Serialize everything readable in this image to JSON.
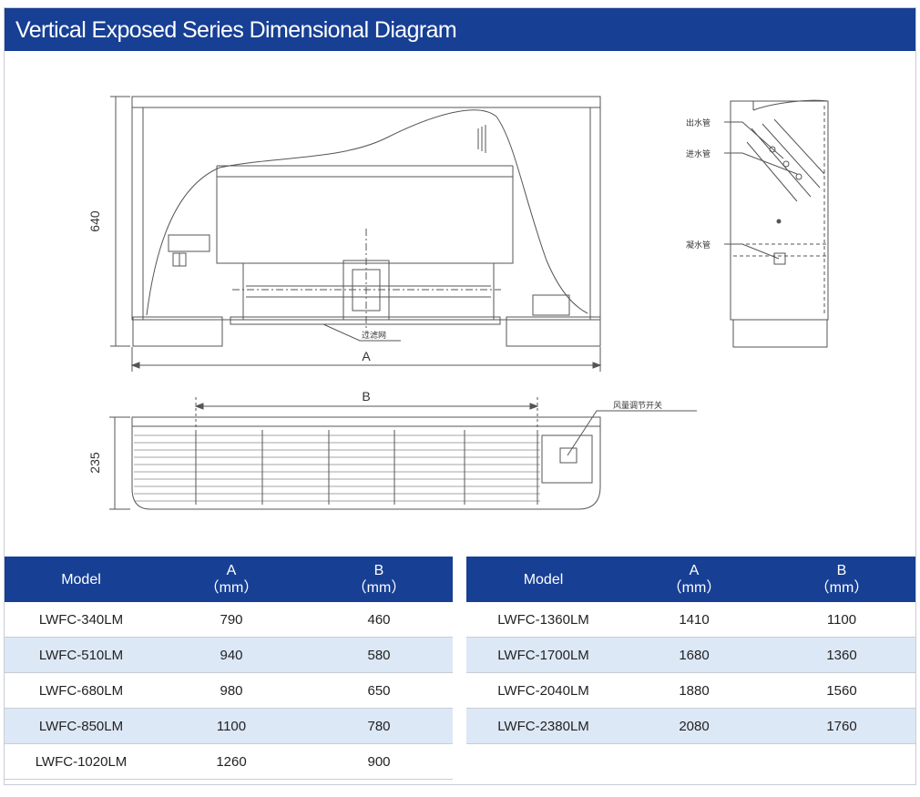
{
  "header": {
    "title": "Vertical Exposed Series Dimensional Diagram"
  },
  "drawing": {
    "dim_height": "640",
    "dim_A": "A",
    "dim_B": "B",
    "dim_depth": "235",
    "callout_filter": "过滤网",
    "callout_outlet": "出水管",
    "callout_inlet": "进水管",
    "callout_drain": "凝水管",
    "callout_switch": "风量调节开关"
  },
  "colors": {
    "header_bg": "#173f94",
    "row_alt": "#dde8f6",
    "line": "#555555"
  },
  "tables": [
    {
      "headers": {
        "model": "Model",
        "a": "A",
        "a_unit": "（mm）",
        "b": "B",
        "b_unit": "（mm）"
      },
      "rows": [
        {
          "model": "LWFC-340LM",
          "a": "790",
          "b": "460"
        },
        {
          "model": "LWFC-510LM",
          "a": "940",
          "b": "580"
        },
        {
          "model": "LWFC-680LM",
          "a": "980",
          "b": "650"
        },
        {
          "model": "LWFC-850LM",
          "a": "1100",
          "b": "780"
        },
        {
          "model": "LWFC-1020LM",
          "a": "1260",
          "b": "900"
        }
      ]
    },
    {
      "headers": {
        "model": "Model",
        "a": "A",
        "a_unit": "（mm）",
        "b": "B",
        "b_unit": "（mm）"
      },
      "rows": [
        {
          "model": "LWFC-1360LM",
          "a": "1410",
          "b": "1100"
        },
        {
          "model": "LWFC-1700LM",
          "a": "1680",
          "b": "1360"
        },
        {
          "model": "LWFC-2040LM",
          "a": "1880",
          "b": "1560"
        },
        {
          "model": "LWFC-2380LM",
          "a": "2080",
          "b": "1760"
        }
      ]
    }
  ]
}
